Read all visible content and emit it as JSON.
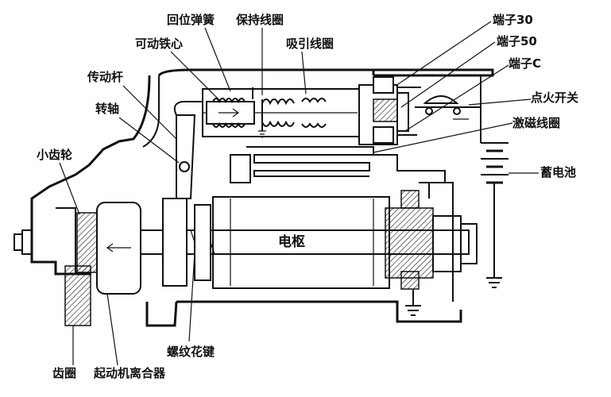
{
  "labels": {
    "return_spring": "回位弹簧",
    "hold_coil": "保持线圈",
    "movable_core": "可动铁心",
    "pull_coil": "吸引线圈",
    "drive_lever": "传动杆",
    "pivot": "转轴",
    "small_gear": "小齿轮",
    "terminal_30": "端子30",
    "terminal_50": "端子50",
    "terminal_c": "端子C",
    "ignition_switch": "点火开关",
    "field_coil": "激磁线圈",
    "battery": "蓄电池",
    "armature": "电枢",
    "spline": "螺纹花键",
    "ring_gear": "齿圈",
    "clutch": "起动机离合器"
  }
}
